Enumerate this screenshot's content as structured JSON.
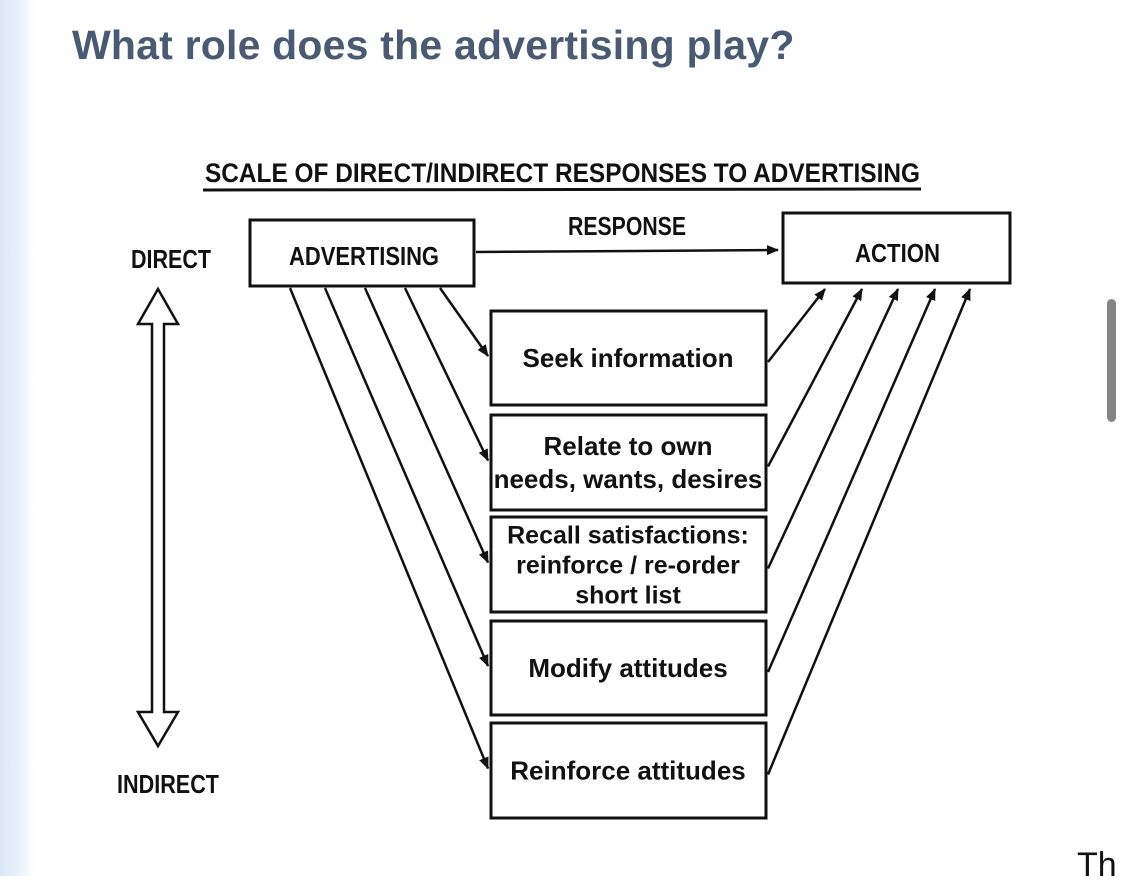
{
  "slide": {
    "title": "What role does the advertising play?",
    "trailing_text": "Th"
  },
  "diagram": {
    "heading": "SCALE OF DIRECT/INDIRECT RESPONSES TO ADVERTISING",
    "source_box": "ADVERTISING",
    "target_box": "ACTION",
    "direct_arrow_label": "RESPONSE",
    "scale_top": "DIRECT",
    "scale_bottom": "INDIRECT",
    "steps": [
      {
        "lines": [
          "Seek information"
        ]
      },
      {
        "lines": [
          "Relate to own",
          "needs, wants, desires"
        ]
      },
      {
        "lines": [
          "Recall satisfactions:",
          "reinforce / re-order",
          "short list"
        ]
      },
      {
        "lines": [
          "Modify attitudes"
        ]
      },
      {
        "lines": [
          "Reinforce attitudes"
        ]
      }
    ]
  },
  "colors": {
    "title": "#4a5a72",
    "scrollbar": "#858585"
  }
}
